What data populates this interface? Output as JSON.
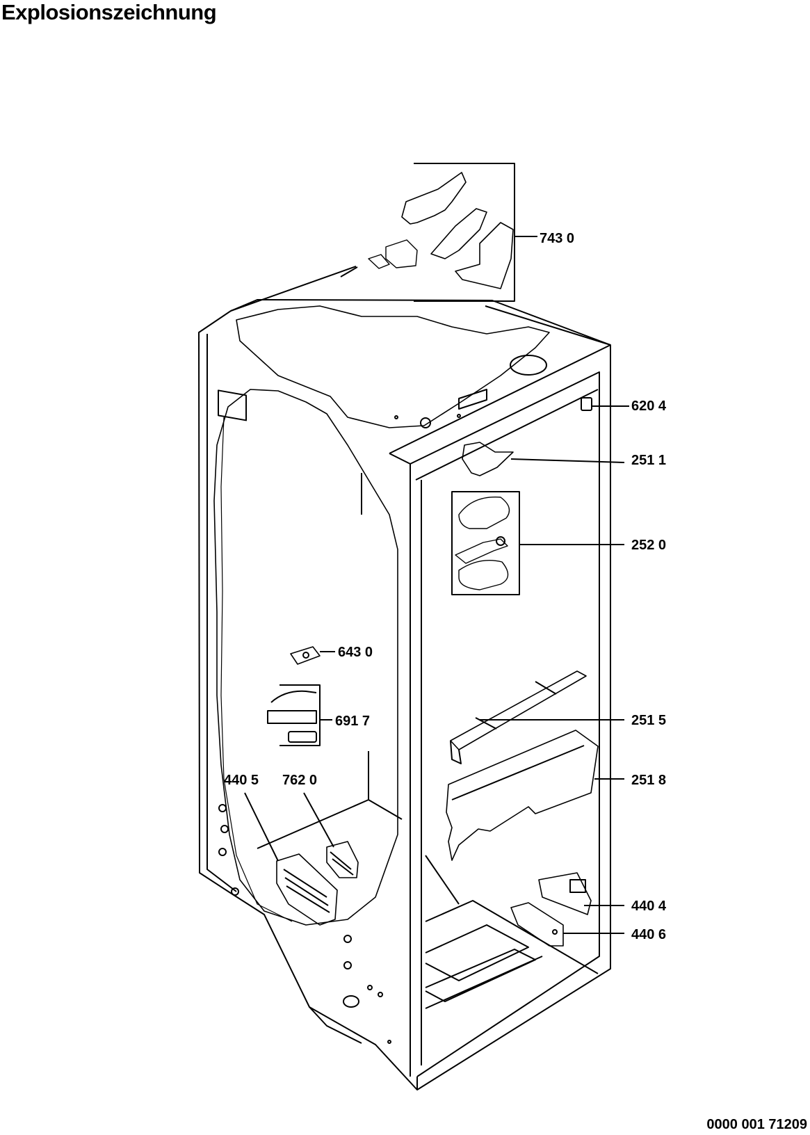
{
  "title": "Explosionszeichnung",
  "document_number": "0000 001 71209",
  "parts": [
    {
      "label": "743 0"
    },
    {
      "label": "620 4"
    },
    {
      "label": "251 1"
    },
    {
      "label": "252 0"
    },
    {
      "label": "643 0"
    },
    {
      "label": "691 7"
    },
    {
      "label": "251 5"
    },
    {
      "label": "251 8"
    },
    {
      "label": "440 5"
    },
    {
      "label": "762 0"
    },
    {
      "label": "440 4"
    },
    {
      "label": "440 6"
    }
  ]
}
